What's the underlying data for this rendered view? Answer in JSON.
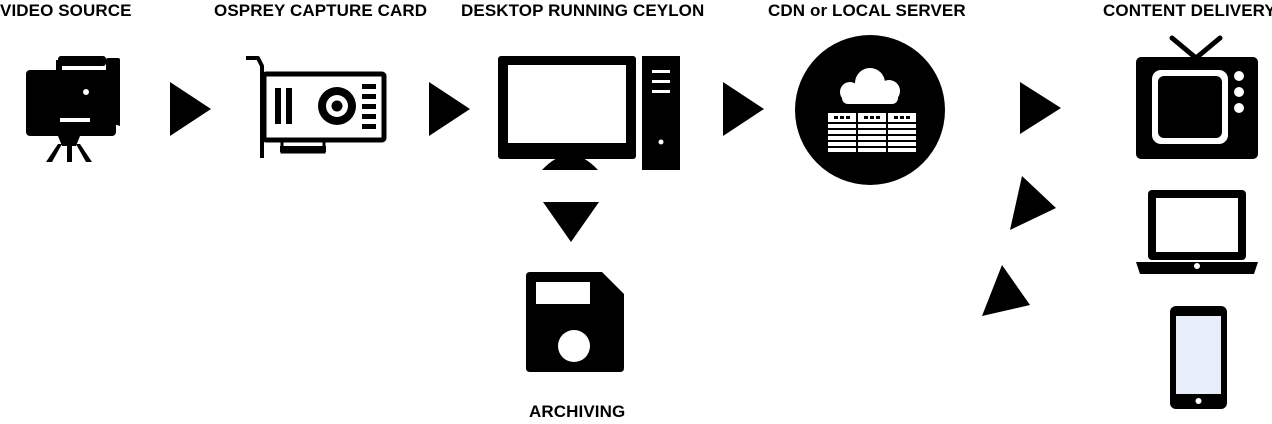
{
  "labels": {
    "video_source": "VIDEO SOURCE",
    "capture_card": "OSPREY CAPTURE CARD",
    "desktop": "DESKTOP RUNNING CEYLON",
    "cdn": "CDN or LOCAL SERVER",
    "content_delivery": "CONTENT DELIVERY",
    "archiving": "ARCHIVING"
  },
  "icons": {
    "video_source": "video-camera-icon",
    "capture_card": "capture-card-icon",
    "desktop": "desktop-computer-icon",
    "cdn": "cloud-server-icon",
    "archiving": "floppy-disk-icon",
    "tv": "television-icon",
    "laptop": "laptop-icon",
    "phone": "smartphone-icon"
  },
  "colors": {
    "ink": "#000000",
    "screen": "#e8eef9"
  }
}
